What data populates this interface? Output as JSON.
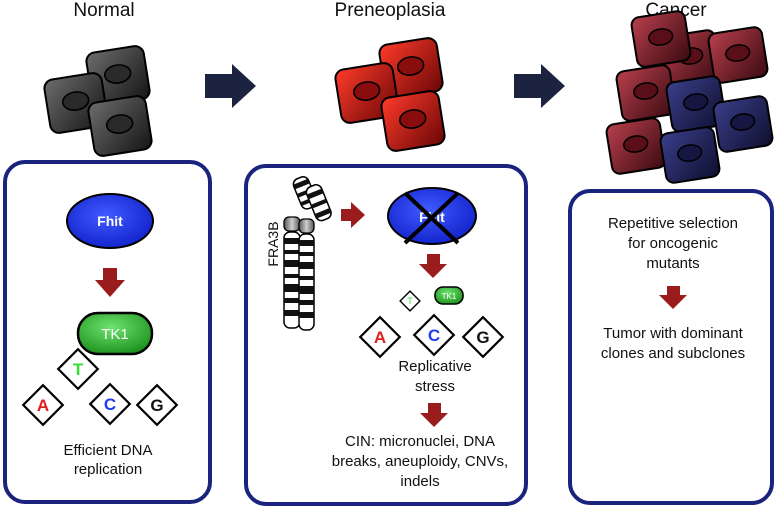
{
  "stages": {
    "normal": {
      "title": "Normal"
    },
    "preneoplasia": {
      "title": "Preneoplasia"
    },
    "cancer": {
      "title": "Cancer"
    }
  },
  "normal_panel": {
    "fhit_label": "Fhit",
    "tk1_label": "TK1",
    "nucleotides": {
      "a": "A",
      "t": "T",
      "c": "C",
      "g": "G"
    },
    "caption_line1": "Efficient  DNA",
    "caption_line2": "replication"
  },
  "preneoplasia_panel": {
    "chromosome_label": "FRA3B",
    "fhit_label": "Fhit",
    "tk1_label": "TK1",
    "nucleotides": {
      "a": "A",
      "t": "T",
      "c": "C",
      "g": "G"
    },
    "stress_line1": "Replicative",
    "stress_line2": "stress",
    "cin_line1": "CIN: micronuclei, DNA",
    "cin_line2": "breaks, aneuploidy, CNVs,",
    "cin_line3": "indels"
  },
  "cancer_panel": {
    "selection_line1": "Repetitive selection",
    "selection_line2": "for oncogenic",
    "selection_line3": "mutants",
    "tumor_line1": "Tumor with dominant",
    "tumor_line2": "clones and subclones"
  },
  "colors": {
    "panel_border": "#1a237e",
    "arrow_dark": "#1c2340",
    "arrow_red": "#9b1c1c",
    "fhit_blue": "#1f3ff0",
    "tk1_green": "#2fb52f",
    "nuc_a": "#e02020",
    "nuc_t": "#33dd33",
    "nuc_c": "#1f3ff0",
    "nuc_g": "#111111"
  }
}
